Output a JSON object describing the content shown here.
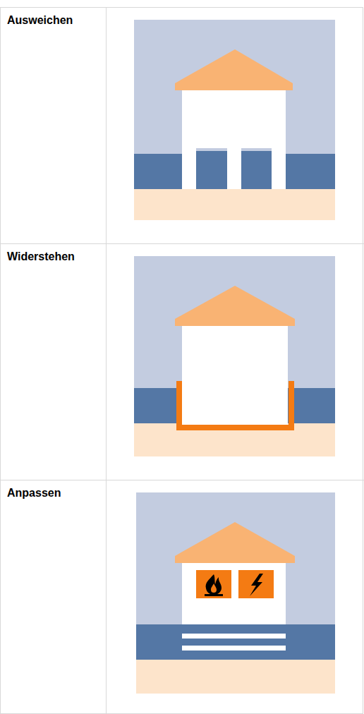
{
  "diagram": {
    "labels": [
      "Ausweichen",
      "Widerstehen",
      "Anpassen"
    ]
  }
}
